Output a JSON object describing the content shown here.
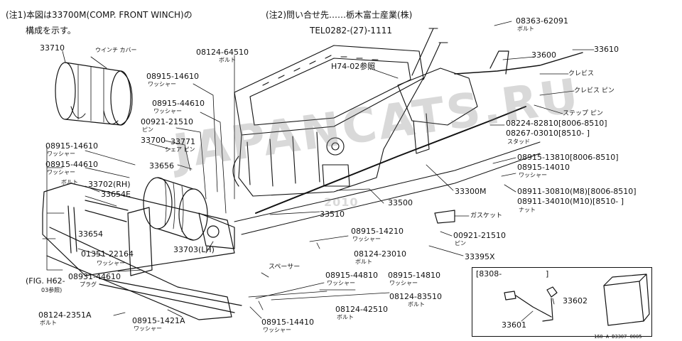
{
  "notes": {
    "note1_line1": "(注1)本図は33700M(COMP. FRONT WINCH)の",
    "note1_line2": "構成を示す。",
    "note2_line1": "(注2)問い合せ先……栃木富士産業(株)",
    "note2_line2": "TEL0282-(27)-1111"
  },
  "watermark": {
    "text": "JAPANCATS.RU",
    "year": "2010"
  },
  "inset": {
    "label": "[8308-",
    "bracket_end": "]"
  },
  "drawing_code": "160-A-D3307-0005",
  "callouts": [
    {
      "key": "c33710",
      "part": "33710",
      "sub": "ウインチ カバー"
    },
    {
      "key": "c08124_64510",
      "part": "08124-64510",
      "sub": "ボルト"
    },
    {
      "key": "c08915_14610a",
      "part": "08915-14610",
      "sub": "ワッシャー"
    },
    {
      "key": "c08915_44610a",
      "part": "08915-44610",
      "sub": "ワッシャー"
    },
    {
      "key": "c00921_21510a",
      "part": "00921-21510",
      "sub": "ピン"
    },
    {
      "key": "c33700",
      "part": "33700",
      "sub": ""
    },
    {
      "key": "c33771",
      "part": "33771",
      "sub": "シェア ピン"
    },
    {
      "key": "c08915_14610b",
      "part": "08915-14610",
      "sub": "ワッシャー"
    },
    {
      "key": "c08915_44610b",
      "part": "08915-44610",
      "sub": "ワッシャー"
    },
    {
      "key": "c33656",
      "part": "33656",
      "sub": ""
    },
    {
      "key": "c33702",
      "part": "33702(RH)",
      "sub": "ボルト"
    },
    {
      "key": "c33654E",
      "part": "33654E",
      "sub": ""
    },
    {
      "key": "c33654",
      "part": "33654",
      "sub": ""
    },
    {
      "key": "c01351",
      "part": "01351-22164",
      "sub": "ワッシャー"
    },
    {
      "key": "c33703",
      "part": "33703(LH)",
      "sub": ""
    },
    {
      "key": "c08931",
      "part": "08931-44610",
      "sub": "プラグ"
    },
    {
      "key": "cfig",
      "part": "(FIG. H62-",
      "sub": "03参照)"
    },
    {
      "key": "c08124_2351A",
      "part": "08124-2351A",
      "sub": "ボルト"
    },
    {
      "key": "c08915_1421A",
      "part": "08915-1421A",
      "sub": "ワッシャー"
    },
    {
      "key": "c08915_14410",
      "part": "08915-14410",
      "sub": "ワッシャー"
    },
    {
      "key": "c08124_42510",
      "part": "08124-42510",
      "sub": "ボルト"
    },
    {
      "key": "c08915_44810",
      "part": "08915-44810",
      "sub": "ワッシャー"
    },
    {
      "key": "c08915_14810",
      "part": "08915-14810",
      "sub": "ワッシャー"
    },
    {
      "key": "c08124_83510",
      "part": "08124-83510",
      "sub": "ボルト"
    },
    {
      "key": "c08124_23010",
      "part": "08124-23010",
      "sub": "ボルト"
    },
    {
      "key": "cspacer",
      "part": "スペーサー",
      "sub": ""
    },
    {
      "key": "c08915_14210",
      "part": "08915-14210",
      "sub": "ワッシャー"
    },
    {
      "key": "c33510",
      "part": "33510",
      "sub": ""
    },
    {
      "key": "c33500",
      "part": "33500",
      "sub": ""
    },
    {
      "key": "cH74",
      "part": "H74-02参照",
      "sub": ""
    },
    {
      "key": "c08363",
      "part": "08363-62091",
      "sub": "ボルト"
    },
    {
      "key": "c33600",
      "part": "33600",
      "sub": ""
    },
    {
      "key": "c33610",
      "part": "33610",
      "sub": ""
    },
    {
      "key": "ckurebisu",
      "part": "クレビス",
      "sub": ""
    },
    {
      "key": "ckurebisupin",
      "part": "クレビス ピン",
      "sub": ""
    },
    {
      "key": "cstep",
      "part": "ステップ ピン",
      "sub": ""
    },
    {
      "key": "c08224",
      "part": "08224-82810[8006-8510]",
      "sub": ""
    },
    {
      "key": "c08267",
      "part": "08267-03010[8510-     ]",
      "sub": "スタッド"
    },
    {
      "key": "c08915_13810",
      "part": "08915-13810[8006-8510]",
      "sub": ""
    },
    {
      "key": "c08915_14010",
      "part": "08915-14010",
      "sub": "ワッシャー"
    },
    {
      "key": "c33300M",
      "part": "33300M",
      "sub": ""
    },
    {
      "key": "c08911_30810",
      "part": "08911-30810(M8)[8006-8510]",
      "sub": ""
    },
    {
      "key": "c08911_34010",
      "part": "08911-34010(M10)[8510-     ]",
      "sub": "ナット"
    },
    {
      "key": "cgasket",
      "part": "ガスケット",
      "sub": ""
    },
    {
      "key": "c00921_21510b",
      "part": "00921-21510",
      "sub": "ピン"
    },
    {
      "key": "c33395X",
      "part": "33395X",
      "sub": ""
    },
    {
      "key": "c33602",
      "part": "33602",
      "sub": ""
    },
    {
      "key": "c33601",
      "part": "33601",
      "sub": ""
    }
  ]
}
